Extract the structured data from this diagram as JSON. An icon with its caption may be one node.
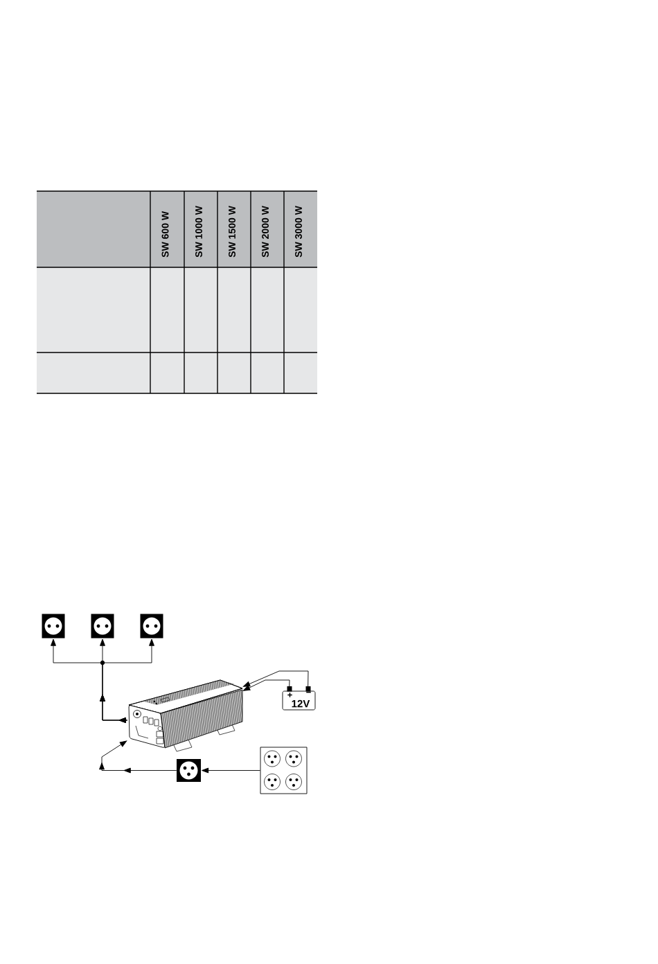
{
  "diagram": {
    "nodes": [
      {
        "text": [],
        "shape": "picture"
      },
      {
        "text": [],
        "shape": "picture"
      },
      {
        "text": [],
        "shape": "picture"
      },
      {
        "text": [
          "+",
          "−",
          "12V"
        ]
      },
      {
        "text": [],
        "shape": "picture"
      },
      {
        "text": [],
        "shape": "picture"
      },
      {
        "text": [],
        "shape": "box"
      }
    ],
    "edges": [
      {
        "from": 4,
        "to": 0,
        "arrow": "to"
      },
      {
        "from": 4,
        "to": 1,
        "arrow": "to"
      },
      {
        "from": 4,
        "to": 2,
        "arrow": "to"
      },
      {
        "from": 3,
        "to": 4,
        "arrow": "to"
      },
      {
        "from": 3,
        "to": 4,
        "arrow": "to"
      },
      {
        "from": 6,
        "to": 5,
        "arrow": "to"
      },
      {
        "from": 5,
        "to": 4,
        "arrow": "to"
      }
    ],
    "labels": [
      "SW 600 W",
      "SW 1000 W",
      "SW 1500 W",
      "SW 2000 W",
      "SW 3000 W"
    ]
  }
}
